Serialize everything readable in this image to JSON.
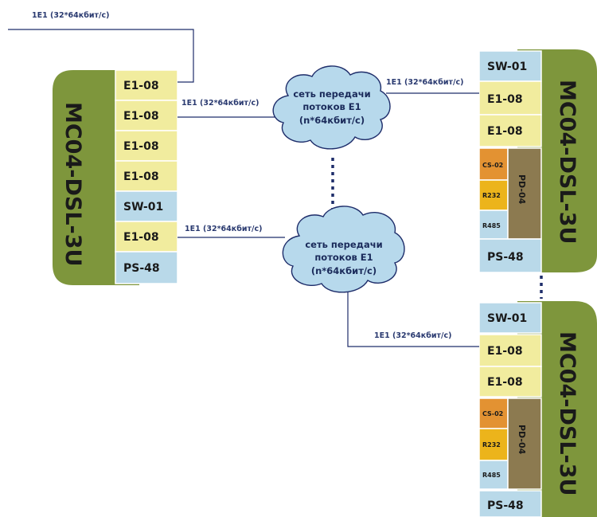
{
  "chassis": {
    "left_title": "MC04-DSL-3U",
    "right_top_title": "MC04-DSL-3U",
    "right_bottom_title": "MC04-DSL-3U"
  },
  "left_cards": [
    "E1-08",
    "E1-08",
    "E1-08",
    "E1-08",
    "SW-01",
    "E1-08",
    "PS-48"
  ],
  "right_top_cards": {
    "sw": "SW-01",
    "e1_a": "E1-08",
    "e1_b": "E1-08",
    "cs": "CS-02",
    "r232": "R232",
    "r485": "R485",
    "pd": "PD-04",
    "ps": "PS-48"
  },
  "right_bottom_cards": {
    "sw": "SW-01",
    "e1_a": "E1-08",
    "e1_b": "E1-08",
    "cs": "CS-02",
    "r232": "R232",
    "r485": "R485",
    "pd": "PD-04",
    "ps": "PS-48"
  },
  "links": {
    "top_left": "1E1 (32*64кбит/с)",
    "left_to_cloud1": "1E1 (32*64кбит/с)",
    "left_to_cloud2": "1E1 (32*64кбит/с)",
    "cloud1_to_right": "1E1 (32*64кбит/с)",
    "cloud2_to_right": "1E1 (32*64кбит/с)"
  },
  "clouds": {
    "top": {
      "line1": "сеть передачи",
      "line2": "потоков Е1",
      "line3": "(n*64кбит/с)"
    },
    "bottom": {
      "line1": "сеть передачи",
      "line2": "потоков Е1",
      "line3": "(n*64кбит/с)"
    }
  },
  "colors": {
    "chassis_green": "#7e963c",
    "e1_card": "#f1ec9e",
    "sw_ps_card": "#b9d9e9",
    "cs_card": "#e39232",
    "r232_card": "#ecb41b",
    "r485_card": "#b9d9e9",
    "pd_card": "#8c7a50",
    "cloud_fill": "#b7d9ec",
    "wire": "#1e2d6a"
  }
}
